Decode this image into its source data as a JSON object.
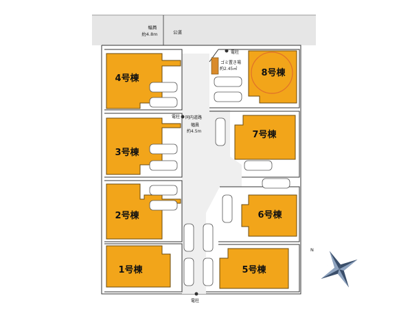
{
  "colors": {
    "building": "#f2a51a",
    "building_stroke": "#6a4a10",
    "road": "#e6e6e6",
    "lot_line": "#333333",
    "trash": "#d98b2b",
    "highlight_circle": "#e0702a"
  },
  "buildings": [
    {
      "id": "b1",
      "label": "1号棟"
    },
    {
      "id": "b2",
      "label": "2号棟"
    },
    {
      "id": "b3",
      "label": "3号棟"
    },
    {
      "id": "b4",
      "label": "4号棟"
    },
    {
      "id": "b5",
      "label": "5号棟"
    },
    {
      "id": "b6",
      "label": "6号棟"
    },
    {
      "id": "b7",
      "label": "7号棟"
    },
    {
      "id": "b8",
      "label": "8号棟"
    }
  ],
  "labels": {
    "top_road_width_title": "幅員",
    "top_road_width_value": "約4.8m",
    "park": "公道",
    "utility_pole_top": "電柱",
    "utility_pole_mid": "電柱",
    "utility_pole_bottom": "電柱",
    "private_road": "同内道路",
    "private_road_width_title": "幅員",
    "private_road_width_value": "約4.5m",
    "trash_area": "ゴミ置き場",
    "trash_area_size": "約2.45㎡"
  },
  "compass_icon": "compass-rose-icon",
  "compass_letter": "N"
}
